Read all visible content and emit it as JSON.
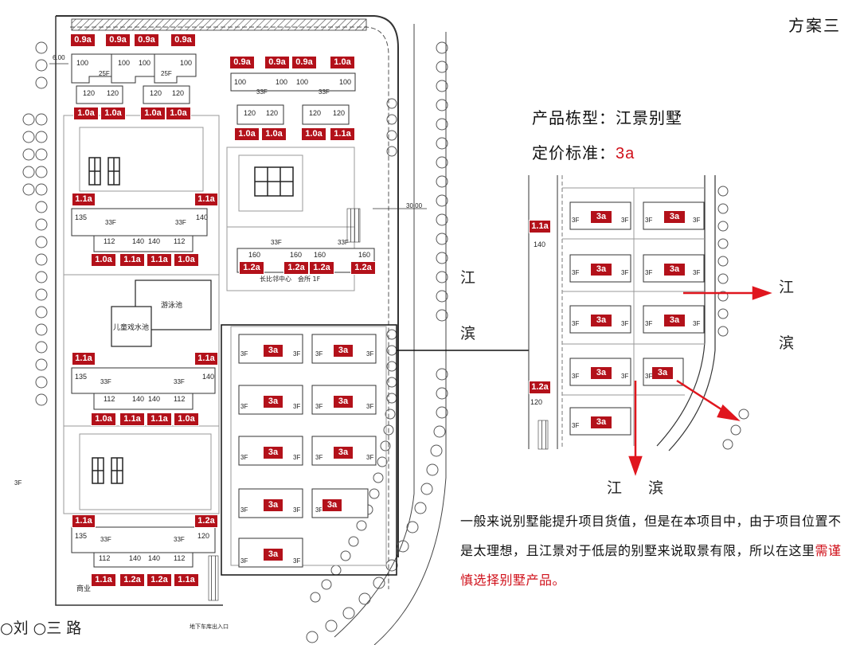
{
  "header": {
    "title": "方案三"
  },
  "info": {
    "product_label": "产品栋型：",
    "product_value": "江景别墅",
    "price_label": "定价标准：",
    "price_value": "3a"
  },
  "river": {
    "jiang": "江",
    "bin": "滨"
  },
  "description": {
    "text_plain": "一般来说别墅能提升项目货值，但是在本项目中，由于项目位置不是太理想，且江景对于低层的别墅来说取景有限，所以在这里",
    "text_highlight": "需谨慎选择别墅产品。"
  },
  "road": {
    "label": "○刘 ○三 路"
  },
  "plan": {
    "floors": {
      "f25": "25F",
      "f33": "33F",
      "f3": "3F"
    },
    "facilities": {
      "pool": "游泳池",
      "kids_pool": "儿童戏水池",
      "commercial": "商业",
      "clubhouse": "长比邻中心　会所 1F",
      "entrance": "地下车库出入口"
    },
    "dims": {
      "d1": "6.00",
      "d2": "30.00"
    },
    "price_tags": {
      "row1": [
        "0.9a",
        "0.9a",
        "0.9a",
        "0.9a"
      ],
      "row2": [
        "1.0a",
        "1.0a",
        "1.0a",
        "1.0a"
      ],
      "row3": [
        "0.9a",
        "0.9a",
        "0.9a",
        "1.0a"
      ],
      "row4": [
        "1.0a",
        "1.0a",
        "1.0a",
        "1.1a"
      ],
      "row5_side": [
        "1.1a",
        "1.1a"
      ],
      "row5_bottom": [
        "1.0a",
        "1.1a",
        "1.1a",
        "1.0a"
      ],
      "club_row": [
        "1.2a",
        "1.2a",
        "1.2a",
        "1.2a"
      ],
      "row6_side": [
        "1.1a",
        "1.1a"
      ],
      "row6_bottom": [
        "1.0a",
        "1.1a",
        "1.1a",
        "1.0a"
      ],
      "row7_side": [
        "1.1a",
        "1.2a"
      ],
      "row7_bottom": [
        "1.1a",
        "1.2a",
        "1.2a",
        "1.1a"
      ],
      "villa": "3a",
      "inset_left": [
        "1.1a",
        "1.2a"
      ]
    },
    "unit_areas": {
      "a100": "100",
      "a120": "120",
      "a135": "135",
      "a140": "140",
      "a112": "112",
      "a160": "160"
    }
  }
}
